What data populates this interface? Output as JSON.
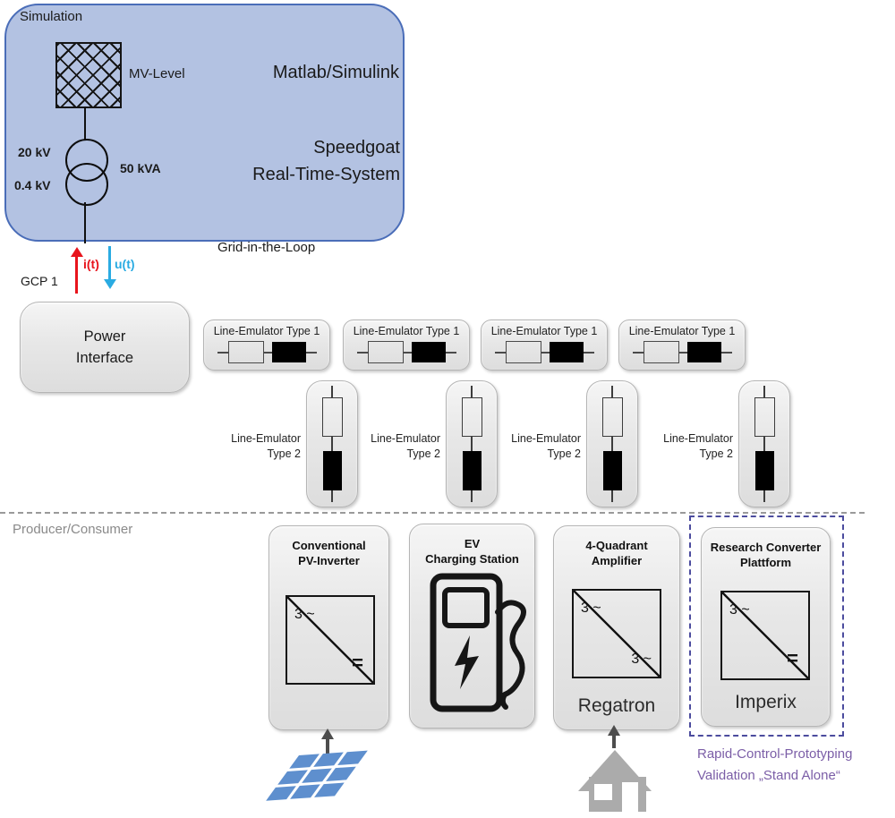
{
  "simulation": {
    "title": "Simulation",
    "mv_level": "MV-Level",
    "software": "Matlab/Simulink",
    "rts_line1": "Speedgoat",
    "rts_line2": "Real-Time-System",
    "hv": "20 kV",
    "lv": "0.4 kV",
    "rating": "50 kVA"
  },
  "grid_loop_label": "Grid-in-the-Loop",
  "signals": {
    "current_label": "i(t)",
    "voltage_label": "u(t)",
    "gcp_label": "GCP 1"
  },
  "power_interface": {
    "line1": "Power",
    "line2": "Interface"
  },
  "emulators": {
    "type1": [
      {
        "label": "Line-Emulator Type 1"
      },
      {
        "label": "Line-Emulator Type 1"
      },
      {
        "label": "Line-Emulator Type 1"
      },
      {
        "label": "Line-Emulator Type 1"
      }
    ],
    "type2": [
      {
        "line1": "Line-Emulator",
        "line2": "Type 2"
      },
      {
        "line1": "Line-Emulator",
        "line2": "Type 2"
      },
      {
        "line1": "Line-Emulator",
        "line2": "Type 2"
      },
      {
        "line1": "Line-Emulator",
        "line2": "Type 2"
      }
    ]
  },
  "separator": {
    "label": "Producer/Consumer"
  },
  "devices": {
    "pv": {
      "title1": "Conventional",
      "title2": "PV-Inverter",
      "sym_in": "3 ~",
      "sym_out": "="
    },
    "ev": {
      "title1": "EV",
      "title2": "Charging Station"
    },
    "quad": {
      "title1": "4-Quadrant",
      "title2": "Amplifier",
      "sym_in": "3 ~",
      "sym_out": "3 ~",
      "brand": "Regatron"
    },
    "research": {
      "title1": "Research Converter",
      "title2": "Plattform",
      "sym_in": "3 ~",
      "sym_out": "=",
      "brand": "Imperix"
    }
  },
  "annotation": {
    "line1": "Rapid-Control-Prototyping",
    "line2": "Validation „Stand Alone“"
  },
  "icons": {
    "mv_grid": "crosshatched-square",
    "transformer": "two-overlapping-circles",
    "current_arrow": "red-up-arrow",
    "voltage_arrow": "blue-down-arrow",
    "resistor_type1": "horizontal-resistor-pair",
    "resistor_type2": "vertical-resistor-pair",
    "converter": "square-with-diagonal",
    "ev_charger": "charging-pillar-with-cable",
    "solar_panel": "blue-tilted-3x3-panel",
    "house": "gray-house-silhouette"
  },
  "colors": {
    "simulation_fill": "#b3c2e2",
    "simulation_border": "#4a6db8",
    "current_red": "#e8141c",
    "voltage_blue": "#2aabe2",
    "box_gray": "#e7e7e7",
    "separator_gray": "#9a9a9a",
    "dashed_frame_purple": "#4c4c9e",
    "annotation_purple": "#7b5ea7",
    "panel_blue": "#5e8fce",
    "house_gray": "#ababab"
  }
}
